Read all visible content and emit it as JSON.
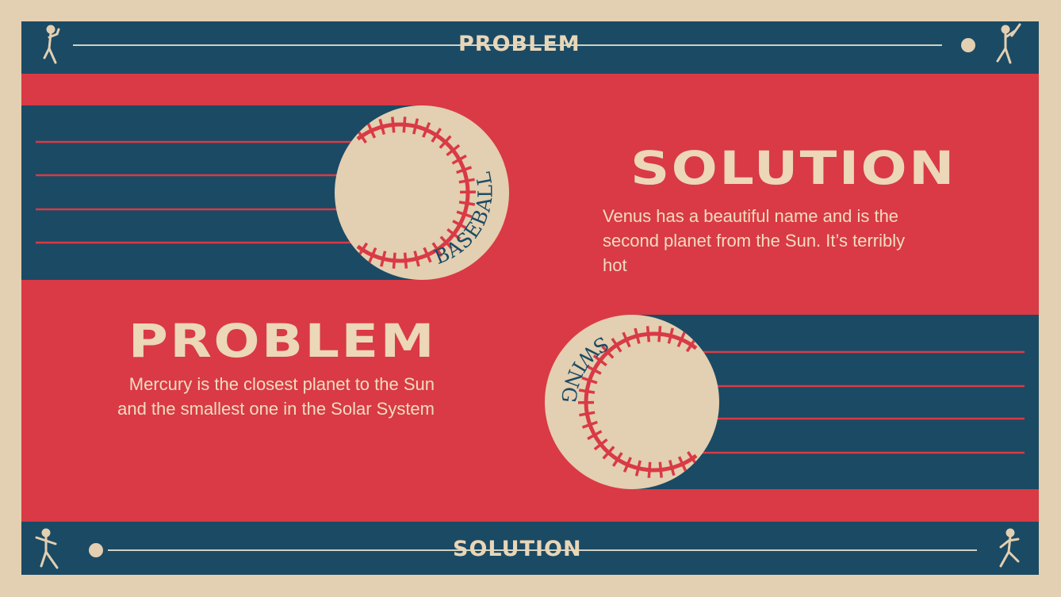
{
  "colors": {
    "background": "#e3cfb1",
    "navy": "#1b4a64",
    "red": "#d93a45",
    "cream": "#e3cfb1"
  },
  "top_bar": {
    "title": "PROBLEM",
    "icons": [
      "baseball-pitcher-icon",
      "ball-dot-icon",
      "baseball-batter-icon"
    ]
  },
  "bottom_bar": {
    "title": "SOLUTION",
    "icons": [
      "baseball-catcher-icon",
      "ball-dot-icon",
      "baseball-runner-icon"
    ]
  },
  "solution": {
    "heading": "SOLUTION",
    "body": "Venus has a beautiful name and is the second planet from the Sun. It’s terribly hot"
  },
  "problem": {
    "heading": "PROBLEM",
    "body": "Mercury is the closest planet to the Sun and the smallest one in the Solar System"
  },
  "ball_top": {
    "label": "BASEBALL"
  },
  "ball_bottom": {
    "label": "SWING"
  }
}
